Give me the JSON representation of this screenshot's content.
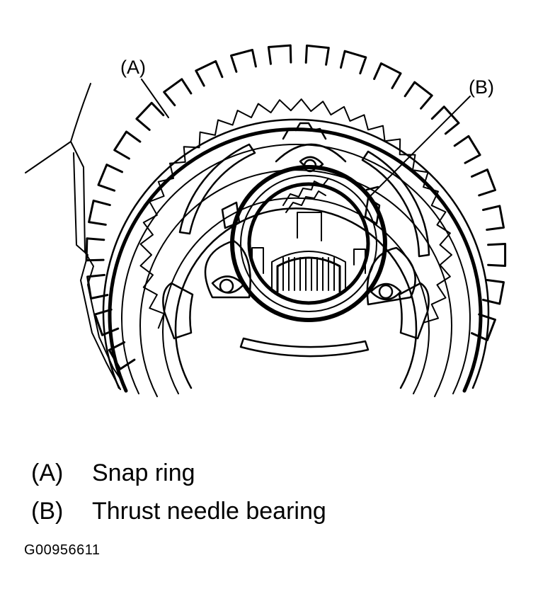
{
  "callouts": {
    "a": "(A)",
    "b": "(B)"
  },
  "legend": [
    {
      "key": "(A)",
      "label": "Snap ring"
    },
    {
      "key": "(B)",
      "label": "Thrust needle bearing"
    }
  ],
  "figure_id": "G00956611"
}
